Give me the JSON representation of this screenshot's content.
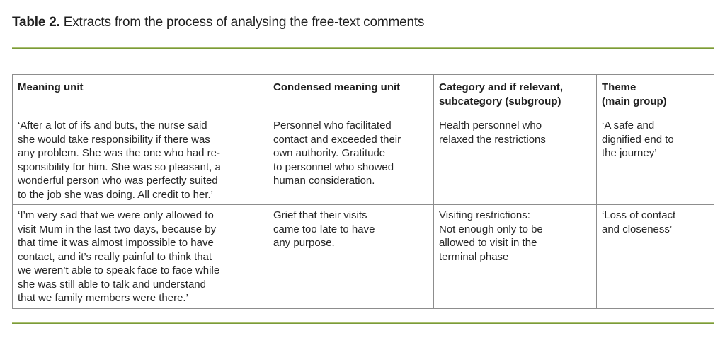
{
  "caption": {
    "label": "Table 2.",
    "text": "Extracts from the process of analysing the free-text comments"
  },
  "table": {
    "headers": [
      "Meaning unit",
      "Condensed meaning unit",
      "Category and if relevant,\nsubcategory (subgroup)",
      "Theme\n(main group)"
    ],
    "rows": [
      {
        "cells": [
          "‘After a lot of ifs and buts, the nurse said\nshe would take responsibility if there was\nany problem. She was the one who had re-\nsponsibility for him. She was so pleasant, a\nwonderful person who was perfectly suited\nto the job she was doing. All credit to her.’",
          "Personnel who facilitated\ncontact and exceeded their\nown authority. Gratitude\nto personnel who showed\nhuman consideration.",
          "Health personnel who\nrelaxed the restrictions",
          "‘A safe and\ndignified end to\nthe journey’"
        ]
      },
      {
        "cells": [
          "‘I’m very sad that we were only allowed to\nvisit Mum in the last two days, because by\nthat time it was almost impossible to have\ncontact, and it’s really painful to think that\nwe weren’t able to speak face to face while\nshe was still able to talk and understand\nthat we family members were there.’",
          "Grief that their visits\ncame too late to have\nany purpose.",
          "Visiting restrictions:\nNot enough only to be\nallowed to visit in the\nterminal phase",
          "‘Loss of contact\nand closeness’"
        ]
      }
    ]
  },
  "colors": {
    "accent_rule": "#7a9a3a",
    "table_border": "#8d8d8d",
    "text": "#1f1f1f"
  }
}
